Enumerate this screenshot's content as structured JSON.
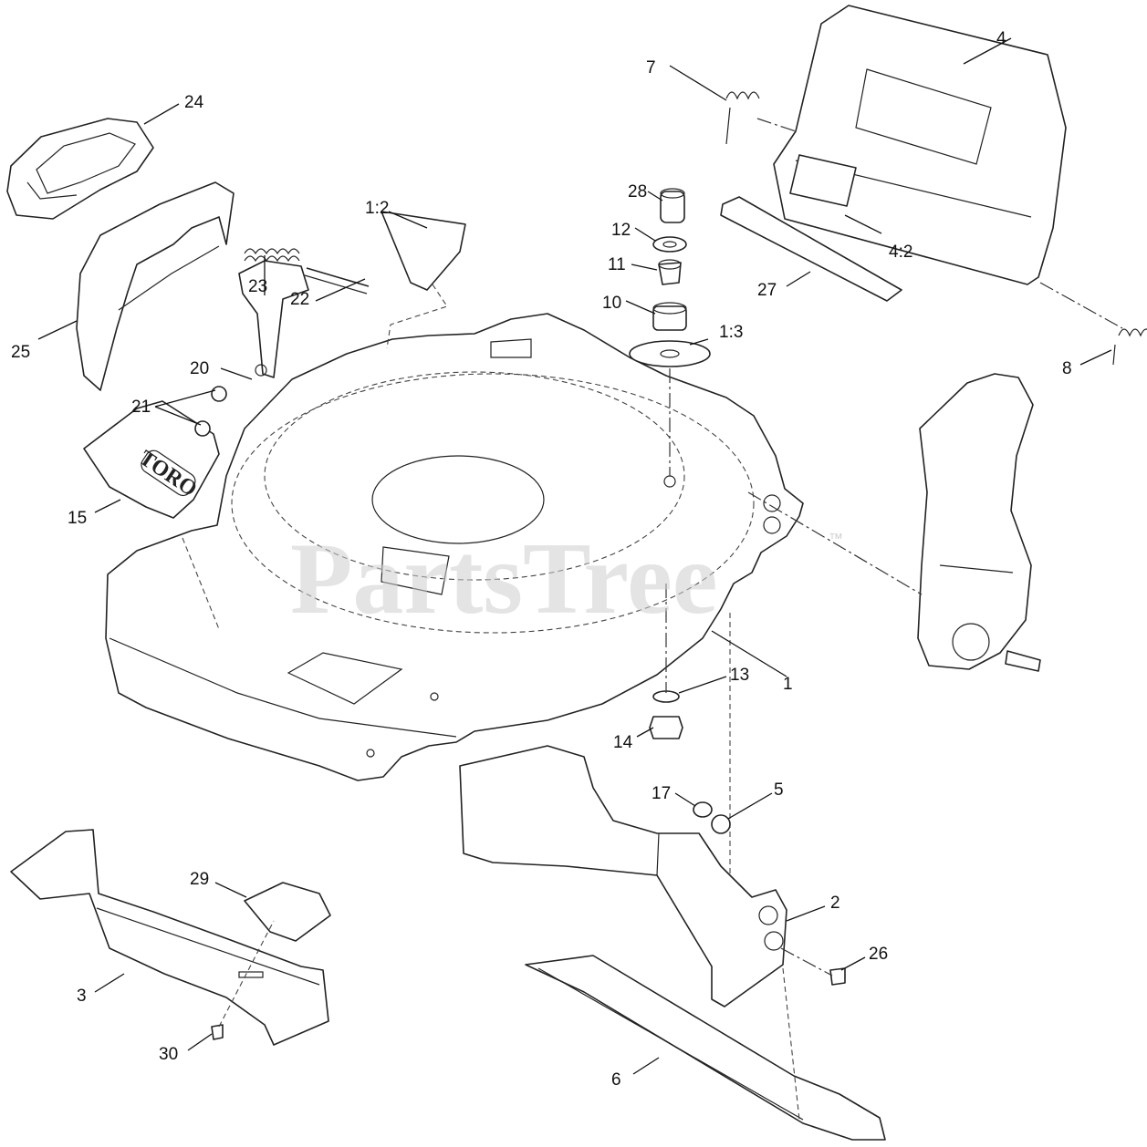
{
  "watermark": {
    "text": "PartsTree",
    "tm": "™"
  },
  "logo": {
    "text": "TORO"
  },
  "callouts": [
    {
      "id": "c1",
      "label": "1"
    },
    {
      "id": "c1_2",
      "label": "1:2"
    },
    {
      "id": "c1_3",
      "label": "1:3"
    },
    {
      "id": "c2",
      "label": "2"
    },
    {
      "id": "c3",
      "label": "3"
    },
    {
      "id": "c4",
      "label": "4"
    },
    {
      "id": "c4_2",
      "label": "4:2"
    },
    {
      "id": "c5",
      "label": "5"
    },
    {
      "id": "c6",
      "label": "6"
    },
    {
      "id": "c7",
      "label": "7"
    },
    {
      "id": "c8",
      "label": "8"
    },
    {
      "id": "c10",
      "label": "10"
    },
    {
      "id": "c11",
      "label": "11"
    },
    {
      "id": "c12",
      "label": "12"
    },
    {
      "id": "c13",
      "label": "13"
    },
    {
      "id": "c14",
      "label": "14"
    },
    {
      "id": "c15",
      "label": "15"
    },
    {
      "id": "c17",
      "label": "17"
    },
    {
      "id": "c20",
      "label": "20"
    },
    {
      "id": "c21",
      "label": "21"
    },
    {
      "id": "c22",
      "label": "22"
    },
    {
      "id": "c23",
      "label": "23"
    },
    {
      "id": "c24",
      "label": "24"
    },
    {
      "id": "c25",
      "label": "25"
    },
    {
      "id": "c26",
      "label": "26"
    },
    {
      "id": "c27",
      "label": "27"
    },
    {
      "id": "c28",
      "label": "28"
    },
    {
      "id": "c29",
      "label": "29"
    },
    {
      "id": "c30",
      "label": "30"
    }
  ]
}
